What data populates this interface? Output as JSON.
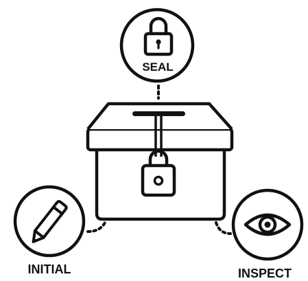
{
  "colors": {
    "ink": "#111111",
    "background": "#ffffff"
  },
  "center": {
    "name": "sealed-box",
    "icon": "padlocked-box-icon"
  },
  "nodes": [
    {
      "id": "seal",
      "label": "SEAL",
      "icon": "padlock-icon"
    },
    {
      "id": "initial",
      "label": "INITIAL",
      "icon": "pencil-icon"
    },
    {
      "id": "inspect",
      "label": "INSPECT",
      "icon": "eye-icon"
    }
  ]
}
